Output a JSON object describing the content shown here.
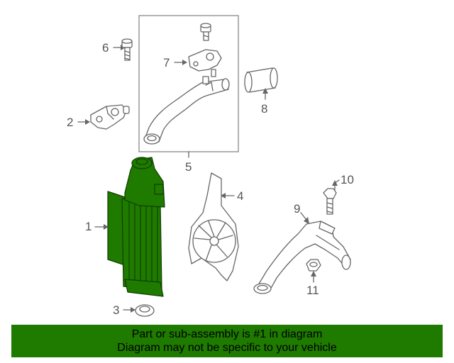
{
  "diagram": {
    "callouts": [
      "1",
      "2",
      "3",
      "4",
      "5",
      "6",
      "7",
      "8",
      "9",
      "10",
      "11"
    ],
    "highlight_color": "#1f7a00",
    "line_color": "#666666"
  },
  "banner": {
    "line1": "Part or sub-assembly is #1 in diagram",
    "line2": "Diagram may not be specific to your vehicle"
  }
}
